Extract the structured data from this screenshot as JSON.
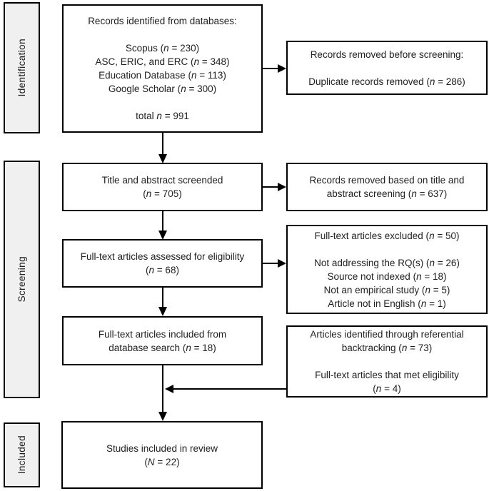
{
  "colors": {
    "background": "#ffffff",
    "box_fill": "#ffffff",
    "stage_fill": "#f0f0f0",
    "border": "#000000",
    "text": "#212121"
  },
  "stages": [
    {
      "id": "identification",
      "label": "Identification"
    },
    {
      "id": "screening",
      "label": "Screening"
    },
    {
      "id": "included",
      "label": "Included"
    }
  ],
  "flow_boxes": [
    {
      "id": "records-identified",
      "lines": [
        "Records identified from databases:",
        "",
        "Scopus (n = 230)",
        "ASC, ERIC, and ERC (n = 348)",
        "Education Database (n = 113)",
        "Google Scholar (n = 300)",
        "",
        "total n = 991"
      ]
    },
    {
      "id": "title-abstract-screened",
      "lines": [
        "Title and abstract screended",
        "(n = 705)"
      ]
    },
    {
      "id": "fulltext-assessed",
      "lines": [
        "Full-text articles assessed for eligibility",
        "(n = 68)"
      ]
    },
    {
      "id": "fulltext-included-from-database",
      "lines": [
        "Full-text articles included from",
        "database search (n = 18)"
      ]
    },
    {
      "id": "studies-included-in-review",
      "lines": [
        "Studies included in review",
        "(N = 22)"
      ]
    }
  ],
  "side_boxes": [
    {
      "id": "removed-before-screening",
      "lines": [
        "Records removed before screening:",
        "",
        "Duplicate records removed (n = 286)"
      ]
    },
    {
      "id": "removed-title-abstract",
      "lines": [
        "Records removed based on title and",
        "abstract screening (n = 637)"
      ]
    },
    {
      "id": "fulltext-excluded",
      "lines": [
        "Full-text articles excluded (n = 50)",
        "",
        "Not addressing the RQ(s) (n = 26)",
        "Source not indexed (n = 18)",
        "Not an empirical study (n = 5)",
        "Article not in English (n = 1)"
      ]
    },
    {
      "id": "referential-backtracking",
      "lines": [
        "Articles identified through referential",
        "backtracking (n = 73)",
        "",
        "Full-text articles that met eligibility",
        "(n = 4)"
      ]
    }
  ]
}
